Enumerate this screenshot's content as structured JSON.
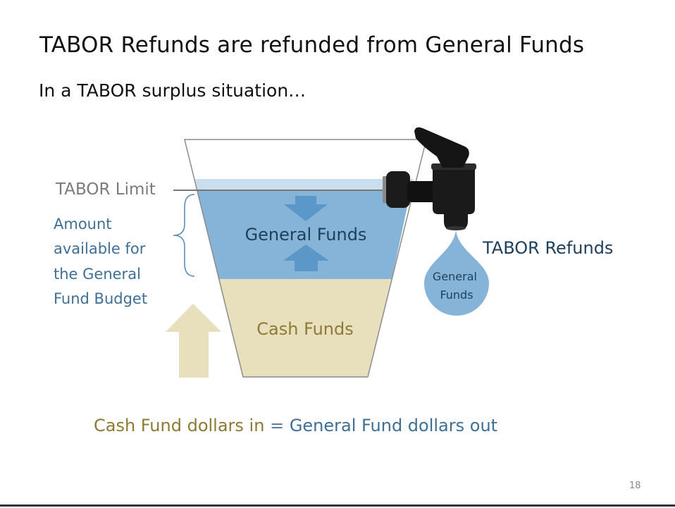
{
  "slide": {
    "title": "TABOR Refunds are refunded from General Funds",
    "subtitle": "In a TABOR surplus situation…",
    "page_number": "18"
  },
  "diagram": {
    "tabor_limit_label": "TABOR Limit",
    "amount_available_lines": [
      "Amount",
      "available for",
      "the General",
      "Fund Budget"
    ],
    "general_funds_label": "General Funds",
    "cash_funds_label": "Cash Funds",
    "tabor_refunds_label": "TABOR Refunds",
    "drop_label_lines": [
      "General",
      "Funds"
    ]
  },
  "footer": {
    "cash_part": "Cash Fund dollars in",
    "equals": " = ",
    "general_part": "General Fund dollars out"
  },
  "colors": {
    "general_funds_blue": "#86b4d8",
    "above_limit_blue": "#c9dff0",
    "cash_funds_tan": "#e8dfbd",
    "arrow_blue": "#5b97c9",
    "label_blue": "#3f6f95",
    "dark_blue_text": "#1e3f5a",
    "gold_text": "#8c7a35",
    "gray_text": "#7b7b7b"
  }
}
